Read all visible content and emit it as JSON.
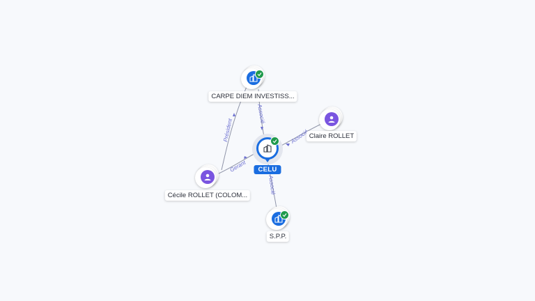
{
  "graph": {
    "center": {
      "label": "CELU",
      "type": "company",
      "verified": true
    },
    "nodes": {
      "carpe": {
        "label": "CARPE DIEM INVESTISS...",
        "type": "company",
        "verified": true
      },
      "claire": {
        "label": "Claire ROLLET",
        "type": "person",
        "verified": false
      },
      "cecile": {
        "label": "Cécile ROLLET (COLOM...",
        "type": "person",
        "verified": false
      },
      "spp": {
        "label": "S.P.P.",
        "type": "company",
        "verified": true
      }
    },
    "edges": {
      "carpe_celu": "Associé",
      "claire_celu": "Associé",
      "cecile_celu": "Gerant",
      "cecile_carpe": "Président",
      "celu_spp": "Associé"
    }
  },
  "colors": {
    "background": "#f7f9fc",
    "company": "#1a6de0",
    "person": "#7a55e0",
    "verified": "#1f9a4c",
    "edge": "#8f94a8",
    "edge_label": "#6b6fd1"
  },
  "icons": {
    "company": "building-icon",
    "person": "person-icon",
    "verified": "check-icon"
  }
}
